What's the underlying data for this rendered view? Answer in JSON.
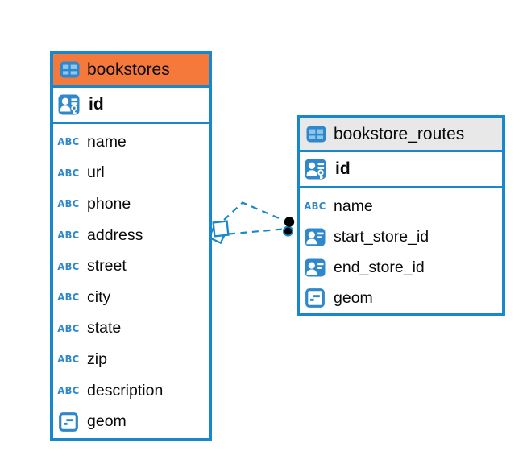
{
  "diagram": {
    "colors": {
      "accent_blue": "#1788cb",
      "icon_blue": "#2f88cc",
      "icon_cell": "#8ec7ea",
      "header_orange": "#f5793b",
      "header_gray": "#e8e8e8",
      "relationship_dot": "#000000"
    },
    "tables": [
      {
        "id": "bookstores",
        "name": "bookstores",
        "header_style": "orange",
        "icon": "table",
        "primary_key": {
          "name": "id",
          "icon": "primary-key"
        },
        "columns": [
          {
            "name": "name",
            "icon": "text"
          },
          {
            "name": "url",
            "icon": "text"
          },
          {
            "name": "phone",
            "icon": "text"
          },
          {
            "name": "address",
            "icon": "text"
          },
          {
            "name": "street",
            "icon": "text"
          },
          {
            "name": "city",
            "icon": "text"
          },
          {
            "name": "state",
            "icon": "text"
          },
          {
            "name": "zip",
            "icon": "text"
          },
          {
            "name": "description",
            "icon": "text"
          },
          {
            "name": "geom",
            "icon": "geometry"
          }
        ]
      },
      {
        "id": "bookstore_routes",
        "name": "bookstore_routes",
        "header_style": "gray",
        "icon": "table",
        "primary_key": {
          "name": "id",
          "icon": "primary-key"
        },
        "columns": [
          {
            "name": "name",
            "icon": "text"
          },
          {
            "name": "start_store_id",
            "icon": "foreign-key"
          },
          {
            "name": "end_store_id",
            "icon": "foreign-key"
          },
          {
            "name": "geom",
            "icon": "geometry"
          }
        ]
      }
    ],
    "relationships": [
      {
        "from_table": "bookstore_routes",
        "to_table": "bookstores",
        "line_style": "dashed",
        "many_end_symbol": "diamond",
        "one_end_symbol": "filled-circle"
      },
      {
        "from_table": "bookstore_routes",
        "to_table": "bookstores",
        "line_style": "dashed",
        "many_end_symbol": "diamond",
        "one_end_symbol": "filled-circle"
      }
    ]
  }
}
